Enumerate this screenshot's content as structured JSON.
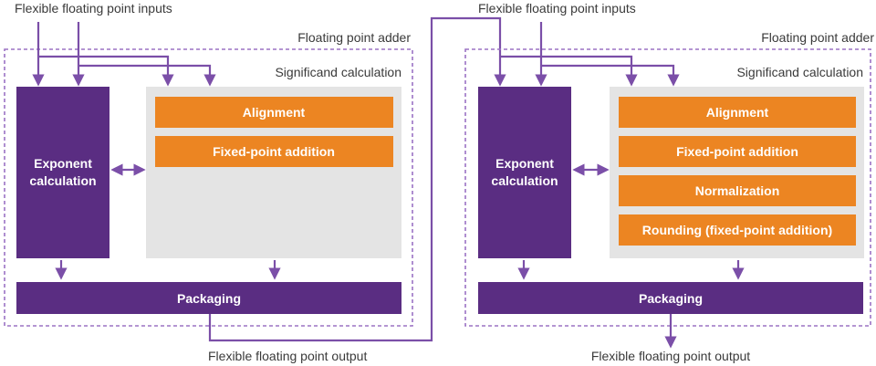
{
  "colors": {
    "purple_block": "#5a2d82",
    "orange_block": "#ec8522",
    "gray_panel": "#e4e4e4",
    "connector": "#7b4fa8",
    "dashed_frame": "#9b72c4"
  },
  "left": {
    "input_label": "Flexible floating point inputs",
    "adder_label": "Floating point adder",
    "significand_label": "Significand calculation",
    "exponent_line1": "Exponent",
    "exponent_line2": "calculation",
    "stages": [
      "Alignment",
      "Fixed-point addition"
    ],
    "packaging": "Packaging",
    "output_label": "Flexible floating point output"
  },
  "right": {
    "input_label": "Flexible floating point inputs",
    "adder_label": "Floating point adder",
    "significand_label": "Significand calculation",
    "exponent_line1": "Exponent",
    "exponent_line2": "calculation",
    "stages": [
      "Alignment",
      "Fixed-point addition",
      "Normalization",
      "Rounding (fixed-point addition)"
    ],
    "packaging": "Packaging",
    "output_label": "Flexible floating point output"
  }
}
